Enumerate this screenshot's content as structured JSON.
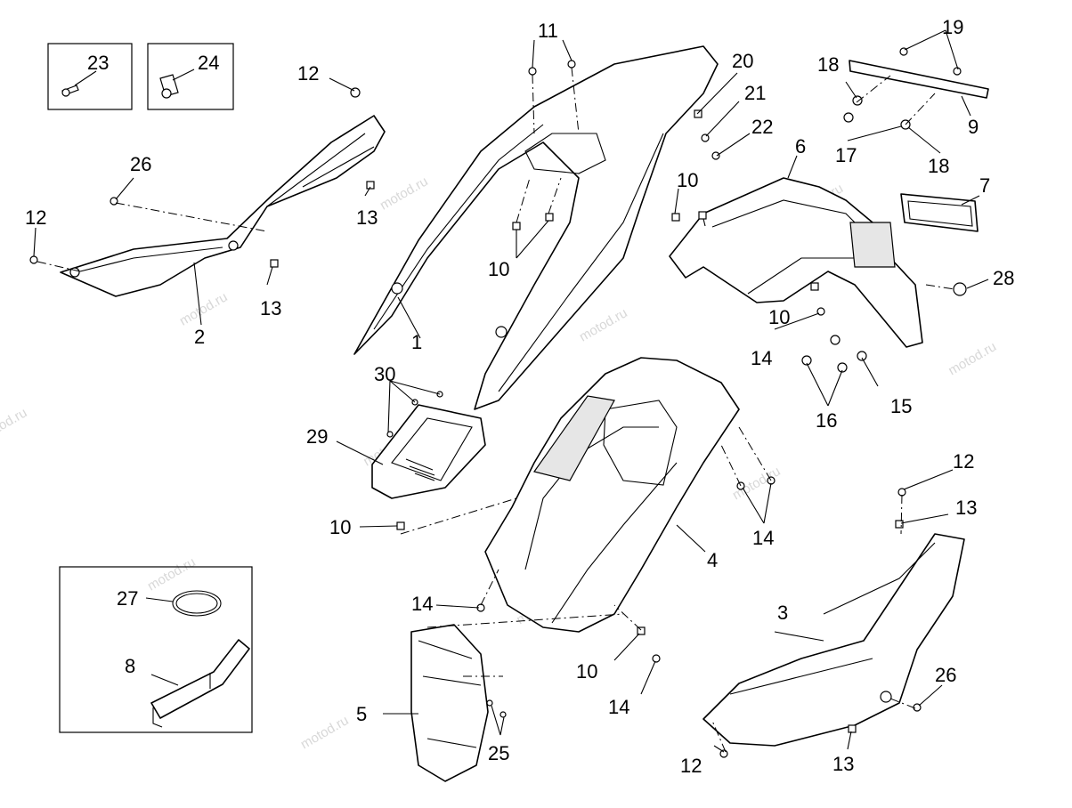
{
  "watermark": "motod.ru",
  "callouts": {
    "c1": "1",
    "c2": "2",
    "c3": "3",
    "c4": "4",
    "c5": "5",
    "c6": "6",
    "c7": "7",
    "c8": "8",
    "c9": "9",
    "c10a": "10",
    "c10b": "10",
    "c10c": "10",
    "c10d": "10",
    "c10e": "10",
    "c11": "11",
    "c12a": "12",
    "c12b": "12",
    "c12c": "12",
    "c12d": "12",
    "c13a": "13",
    "c13b": "13",
    "c13c": "13",
    "c13d": "13",
    "c14a": "14",
    "c14b": "14",
    "c14c": "14",
    "c14d": "14",
    "c15": "15",
    "c16": "16",
    "c17": "17",
    "c18a": "18",
    "c18b": "18",
    "c19": "19",
    "c20": "20",
    "c21": "21",
    "c22": "22",
    "c23": "23",
    "c24": "24",
    "c25": "25",
    "c26a": "26",
    "c26b": "26",
    "c27": "27",
    "c28": "28",
    "c29": "29",
    "c30": "30"
  }
}
